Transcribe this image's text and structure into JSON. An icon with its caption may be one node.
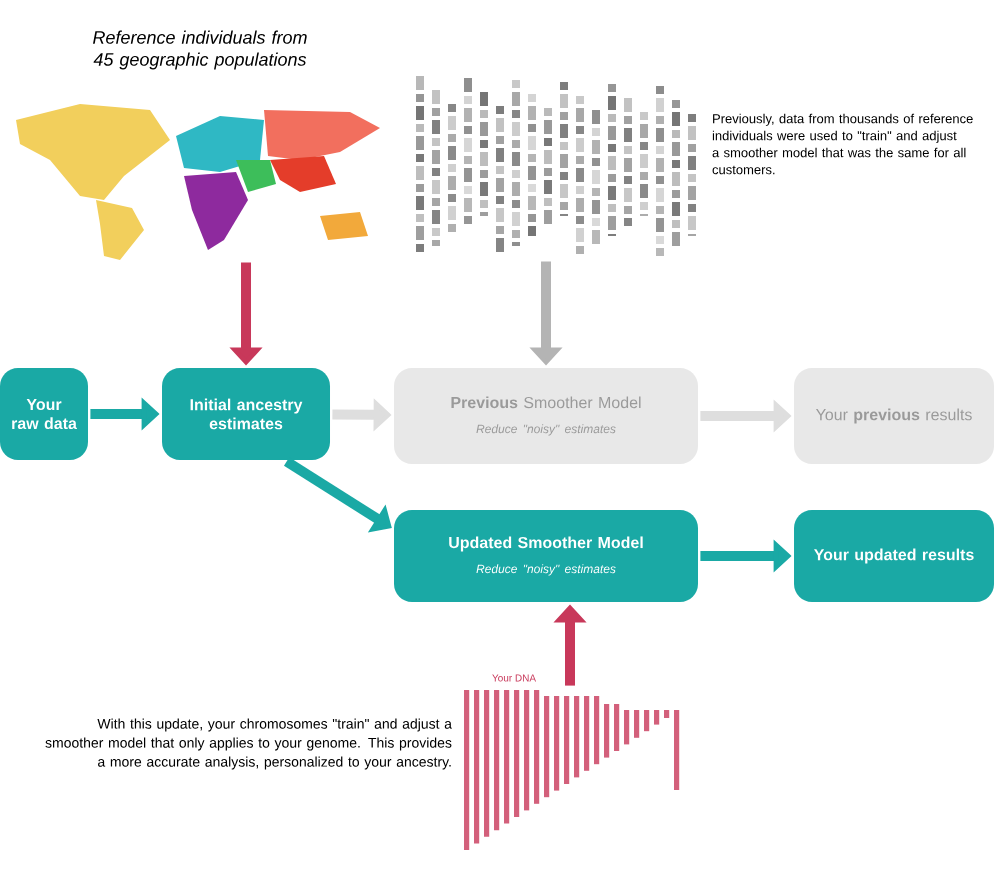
{
  "diagram": {
    "nodes": [
      {
        "text": [],
        "shape": "picture",
        "beside": [
          "Reference individuals from 45 geographic populations"
        ]
      },
      {
        "text": [],
        "shape": "picture",
        "beside": [
          "Previously, data from thousands of reference individuals were used to \"train\" and adjust a smoother model that was the same for all customers."
        ]
      },
      {
        "text": [
          "Your raw data"
        ]
      },
      {
        "text": [
          "Initial ancestry estimates"
        ]
      },
      {
        "text": [
          "**Previous** Smoother Model",
          "Reduce \"noisy\" estimates"
        ]
      },
      {
        "text": [
          "Your **previous** results"
        ]
      },
      {
        "text": [
          "**Updated** Smoother Model",
          "Reduce \"noisy\" estimates"
        ]
      },
      {
        "text": [
          "Your **updated** results"
        ]
      },
      {
        "text": [],
        "shape": "picture",
        "beside": [
          "Your DNA",
          "With this update, your chromosomes \"train\" and adjust a smoother model that only applies to your genome. This provides a more accurate analysis, personalized to your ancestry."
        ]
      }
    ],
    "edges": [
      {
        "from": 0,
        "to": 3,
        "arrow": "to",
        "color": "#c8385a"
      },
      {
        "from": 1,
        "to": 4,
        "arrow": "to",
        "color": "#b4b4b4"
      },
      {
        "from": 2,
        "to": 3,
        "arrow": "to"
      },
      {
        "from": 3,
        "to": 4,
        "arrow": "to",
        "color": "#dedede"
      },
      {
        "from": 4,
        "to": 5,
        "arrow": "to",
        "color": "#dedede"
      },
      {
        "from": 3,
        "to": 6,
        "arrow": "to"
      },
      {
        "from": 6,
        "to": 7,
        "arrow": "to"
      },
      {
        "from": 8,
        "to": 6,
        "arrow": "to",
        "color": "#c8385a"
      }
    ]
  }
}
